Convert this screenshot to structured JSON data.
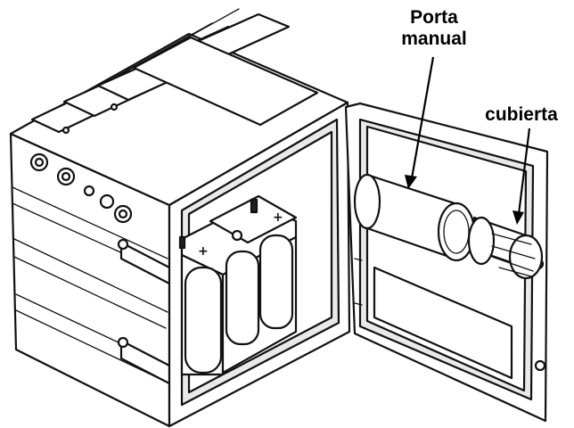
{
  "labels": {
    "porta_line1": "Porta",
    "porta_line2": "manual",
    "cubierta": "cubierta"
  },
  "colors": {
    "line": "#111111",
    "background": "#ffffff"
  }
}
